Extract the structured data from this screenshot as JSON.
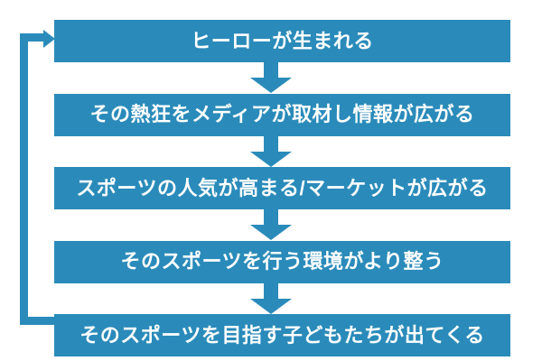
{
  "diagram": {
    "title": "",
    "type": "cycle-flowchart",
    "colors": {
      "accent": "#2a8bba",
      "background": "#ffffff",
      "text": "#ffffff"
    },
    "steps": [
      {
        "label": "ヒーローが生まれる"
      },
      {
        "label": "その熱狂をメディアが取材し情報が広がる"
      },
      {
        "label": "スポーツの人気が高まる/マーケットが広がる"
      },
      {
        "label": "そのスポーツを行う環境がより整う"
      },
      {
        "label": "そのスポーツを目指す子どもたちが出てくる"
      }
    ],
    "icons": {
      "between_steps": "down-arrow-icon",
      "left_side": "loop-back-arrow-icon"
    }
  }
}
